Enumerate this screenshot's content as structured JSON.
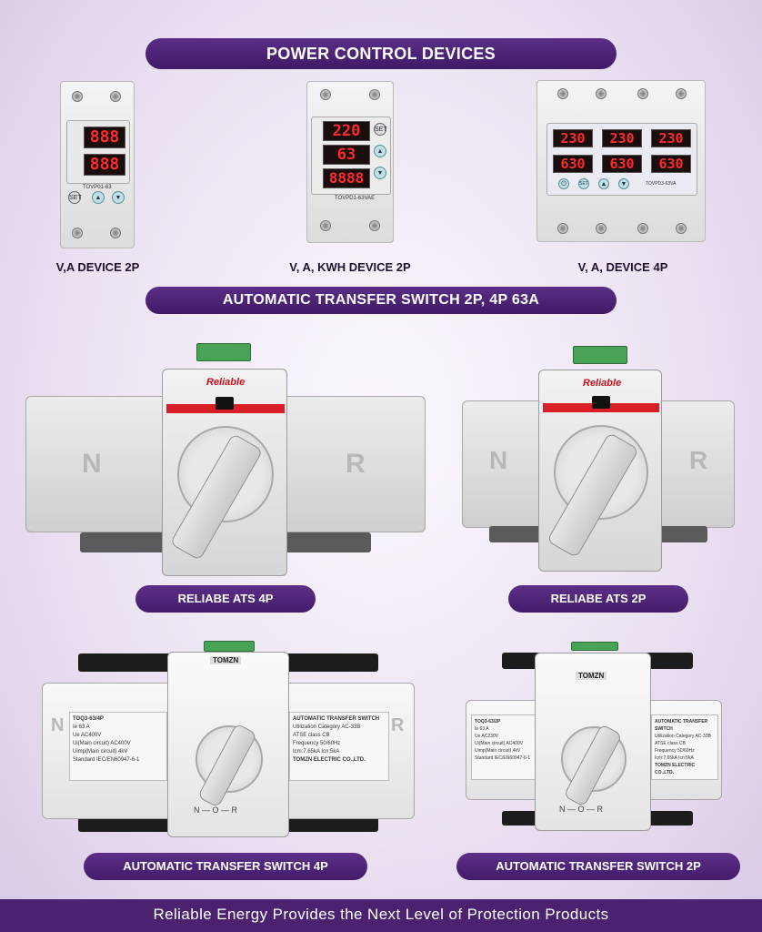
{
  "header": {
    "title": "POWER CONTROL DEVICES"
  },
  "devices": [
    {
      "caption": "V,A DEVICE 2P",
      "model": "TOVP01-63",
      "displays": [
        "888",
        "888"
      ],
      "button": "SET"
    },
    {
      "caption": "V, A, KWH DEVICE 2P",
      "model": "TOVPD1-63VAE",
      "displays": [
        "220",
        "63",
        "8888"
      ],
      "button": "SET"
    },
    {
      "caption": "V, A, DEVICE 4P",
      "model": "TOVPD3-63VA",
      "displays": [
        "230",
        "230",
        "230",
        "630",
        "630",
        "630"
      ],
      "button": "SET"
    }
  ],
  "section2": {
    "title": "AUTOMATIC TRANSFER SWITCH 2P, 4P 63A"
  },
  "reliable_ats": [
    {
      "caption": "RELIABE ATS 4P",
      "brand": "Reliable",
      "left_letter": "N",
      "right_letter": "R"
    },
    {
      "caption": "RELIABE ATS 2P",
      "brand": "Reliable",
      "left_letter": "N",
      "right_letter": "R"
    }
  ],
  "tomzn_ats": [
    {
      "caption": "AUTOMATIC TRANSFER SWITCH 4P",
      "brand": "TOMZN",
      "model": "TOQ3-63/4P",
      "specs_left": [
        "Ie   63 A",
        "Ue   AC400V",
        "Ui(Main circuit)  AC400V",
        "Uimp(Main circuit)  4kV",
        "Standard IEC/EN60947-6-1"
      ],
      "specs_right": [
        "AUTOMATIC TRANSFER SWITCH",
        "Utilization Category  AC-33B",
        "ATSE class  CB",
        "Frequency  50/60Hz",
        "Icm:7.65kA Icn:5kA",
        "TOMZN ELECTRIC CO.,LTD."
      ]
    },
    {
      "caption": "AUTOMATIC TRANSFER SWITCH 2P",
      "brand": "TOMZN",
      "model": "TOQ3-63/2P",
      "specs_left": [
        "Ie   63 A",
        "Ue   AC230V",
        "Ui(Main circuit)  AC400V",
        "Uimp(Main circuit)  4kV",
        "Standard IEC/EN60947-6-1"
      ],
      "specs_right": [
        "AUTOMATIC TRANSFER SWITCH",
        "Utilization Category  AC-33B",
        "ATSE class  CB",
        "Frequency  50/60Hz",
        "Icm:7.65kA Icn:5kA",
        "TOMZN ELECTRIC CO.,LTD."
      ]
    }
  ],
  "footer": {
    "text": "Reliable Energy Provides the Next Level of Protection Products"
  },
  "colors": {
    "purple": "#4a2270",
    "display_red": "#ff2a2a",
    "brand_red": "#c4121f"
  }
}
